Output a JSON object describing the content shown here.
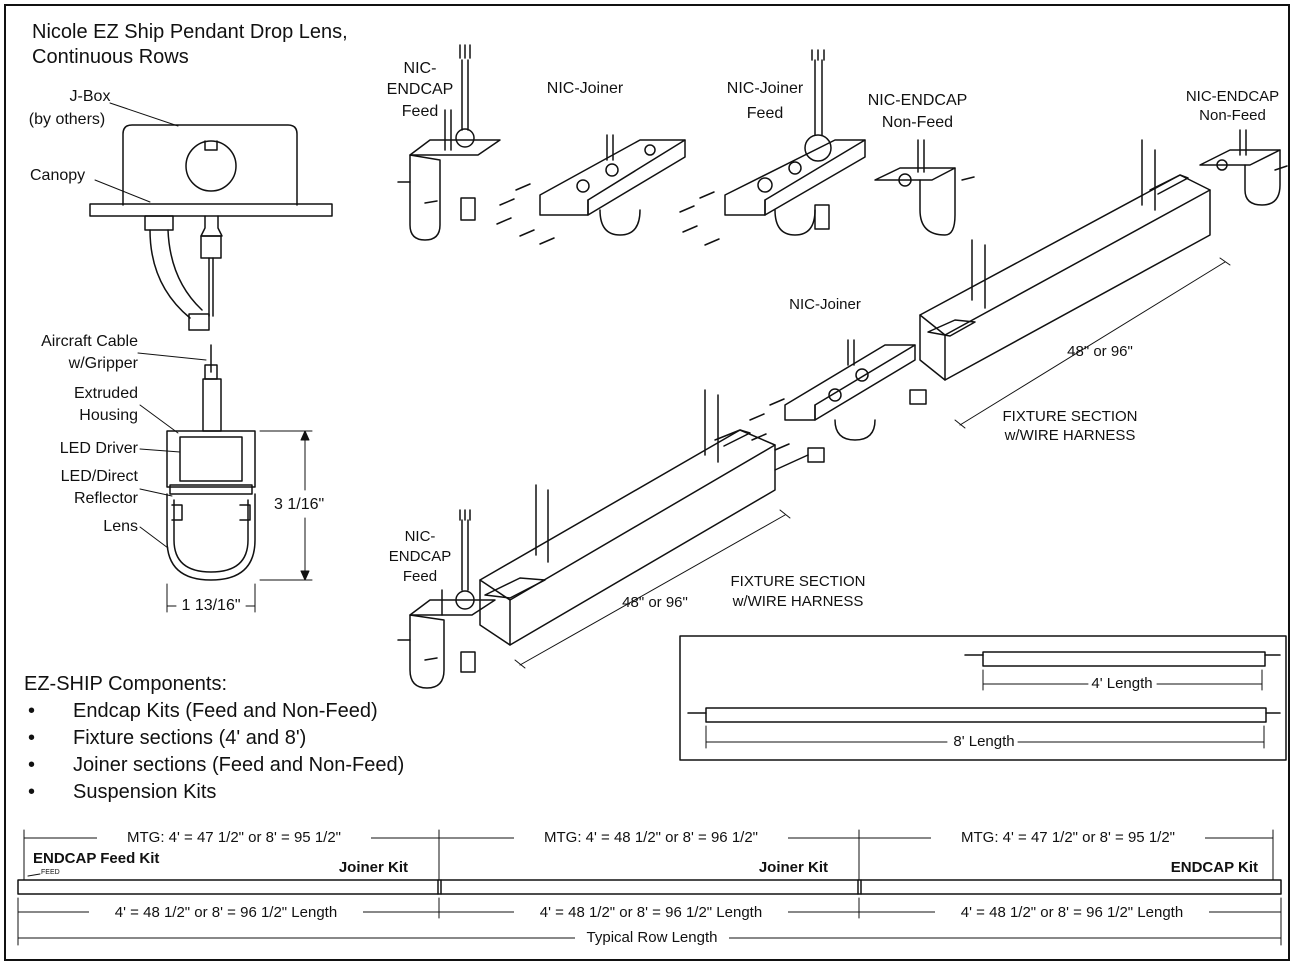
{
  "title_line1": "Nicole EZ Ship Pendant Drop Lens,",
  "title_line2": "Continuous Rows",
  "section": {
    "jbox_1": "J-Box",
    "jbox_2": "(by others)",
    "canopy": "Canopy",
    "aircraft_1": "Aircraft Cable",
    "aircraft_2": "w/Gripper",
    "housing_1": "Extruded",
    "housing_2": "Housing",
    "driver": "LED Driver",
    "reflector_1": "LED/Direct",
    "reflector_2": "Reflector",
    "lens": "Lens",
    "height": "3 1/16\"",
    "width": "1 13/16\""
  },
  "components": {
    "endcap_feed_top_1": "NIC-",
    "endcap_feed_top_2": "ENDCAP",
    "endcap_feed_top_3": "Feed",
    "joiner_top": "NIC-Joiner",
    "joiner_feed_1": "NIC-Joiner",
    "joiner_feed_2": "Feed",
    "endcap_nonfeed_1": "NIC-ENDCAP",
    "endcap_nonfeed_2": "Non-Feed",
    "endcap_nonfeed_right_1": "NIC-ENDCAP",
    "endcap_nonfeed_right_2": "Non-Feed",
    "joiner_mid": "NIC-Joiner",
    "length_upper": "48\" or 96\"",
    "fixture_upper_1": "FIXTURE SECTION",
    "fixture_upper_2": "w/WIRE HARNESS",
    "endcap_feed_bottom_1": "NIC-",
    "endcap_feed_bottom_2": "ENDCAP",
    "endcap_feed_bottom_3": "Feed",
    "fixture_lower_1": "FIXTURE SECTION",
    "fixture_lower_2": "w/WIRE HARNESS",
    "length_lower": "48\" or 96\""
  },
  "lengths_box": {
    "four_ft": "4' Length",
    "eight_ft": "8' Length"
  },
  "ez_ship": {
    "heading": "EZ-SHIP Components:",
    "items": [
      "Endcap Kits (Feed and Non-Feed)",
      "Fixture sections (4' and 8')",
      "Joiner sections (Feed and Non-Feed)",
      "Suspension Kits"
    ]
  },
  "row": {
    "mtg": [
      "MTG: 4' = 47 1/2\" or 8' = 95 1/2\"",
      "MTG: 4' = 48 1/2\" or 8' = 96 1/2\"",
      "MTG: 4' = 47 1/2\" or 8' = 95 1/2\""
    ],
    "kits": [
      "ENDCAP Feed Kit",
      "Joiner Kit",
      "Joiner Kit",
      "ENDCAP Kit"
    ],
    "feed_tag": "FEED",
    "lengths": [
      "4' = 48 1/2\" or 8' = 96 1/2\" Length",
      "4' = 48 1/2\" or 8' = 96 1/2\" Length",
      "4' = 48 1/2\" or 8' = 96 1/2\" Length"
    ],
    "total": "Typical Row Length"
  }
}
